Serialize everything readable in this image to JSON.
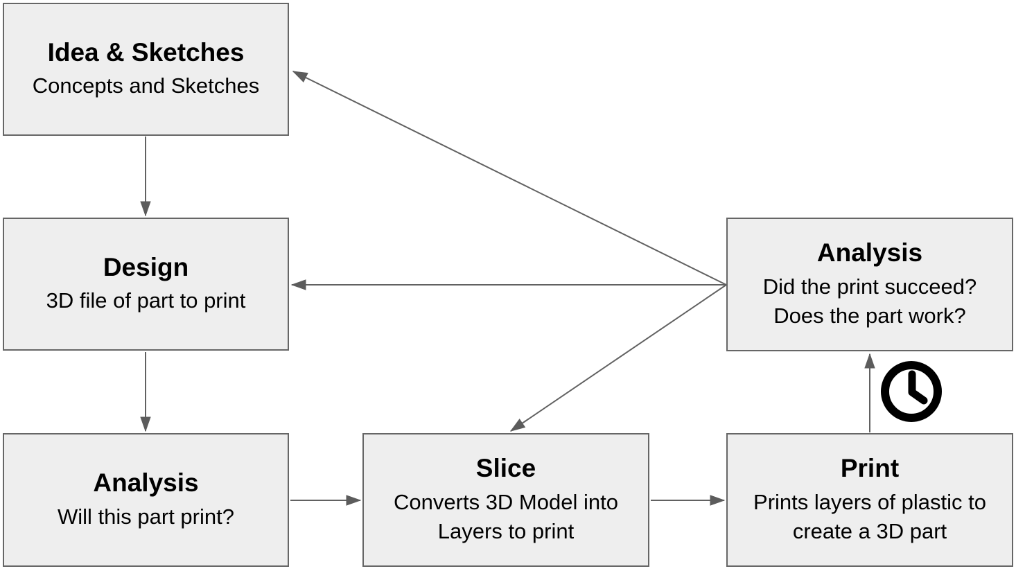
{
  "diagram": {
    "type": "flowchart",
    "subject": "3D printing design workflow",
    "nodes": [
      {
        "id": "idea",
        "title": "Idea & Sketches",
        "lines": [
          "Concepts and Sketches"
        ]
      },
      {
        "id": "design",
        "title": "Design",
        "lines": [
          "3D file of part to print"
        ]
      },
      {
        "id": "analysis-pre",
        "title": "Analysis",
        "lines": [
          "Will this part print?"
        ]
      },
      {
        "id": "slice",
        "title": "Slice",
        "lines": [
          "Converts 3D Model into",
          "Layers to print"
        ]
      },
      {
        "id": "print",
        "title": "Print",
        "lines": [
          "Prints layers of plastic to",
          "create a 3D part"
        ]
      },
      {
        "id": "analysis-post",
        "title": "Analysis",
        "lines": [
          "Did the print succeed?",
          "Does the part work?"
        ]
      }
    ],
    "edges": [
      {
        "from": "idea",
        "to": "design"
      },
      {
        "from": "design",
        "to": "analysis-pre"
      },
      {
        "from": "analysis-pre",
        "to": "slice"
      },
      {
        "from": "slice",
        "to": "print"
      },
      {
        "from": "print",
        "to": "analysis-post",
        "icon": "clock-icon"
      },
      {
        "from": "analysis-post",
        "to": "design"
      },
      {
        "from": "analysis-post",
        "to": "idea"
      },
      {
        "from": "analysis-post",
        "to": "slice"
      }
    ],
    "icons": [
      {
        "name": "clock-icon",
        "meaning": "time / wait during printing"
      }
    ],
    "colors": {
      "background": "#ffffff",
      "node_fill": "#eeeeee",
      "node_border": "#666666",
      "arrow": "#616161",
      "text": "#000000",
      "clock_icon": "#000000"
    }
  }
}
